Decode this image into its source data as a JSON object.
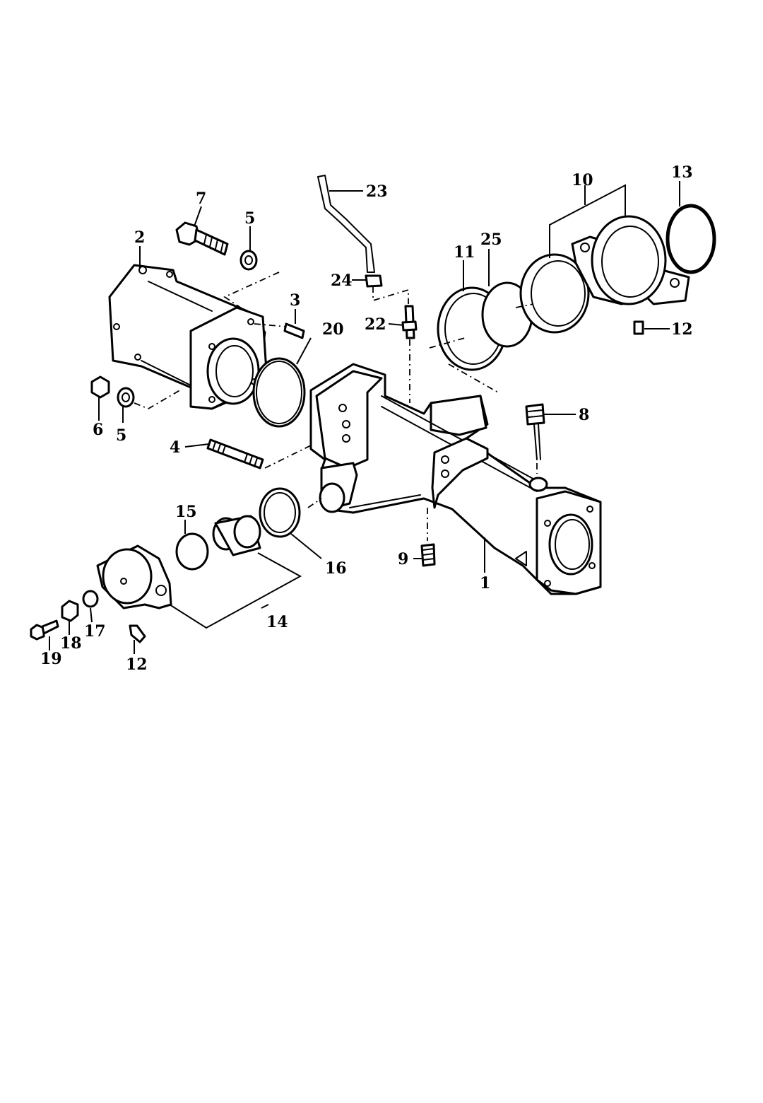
{
  "callouts": [
    {
      "id": "c1",
      "label": "1"
    },
    {
      "id": "c2",
      "label": "2"
    },
    {
      "id": "c3",
      "label": "3"
    },
    {
      "id": "c4",
      "label": "4"
    },
    {
      "id": "c5a",
      "label": "5"
    },
    {
      "id": "c5b",
      "label": "5"
    },
    {
      "id": "c6",
      "label": "6"
    },
    {
      "id": "c7",
      "label": "7"
    },
    {
      "id": "c8",
      "label": "8"
    },
    {
      "id": "c9",
      "label": "9"
    },
    {
      "id": "c10",
      "label": "10"
    },
    {
      "id": "c11",
      "label": "11"
    },
    {
      "id": "c12a",
      "label": "12"
    },
    {
      "id": "c12b",
      "label": "12"
    },
    {
      "id": "c13",
      "label": "13"
    },
    {
      "id": "c14",
      "label": "14"
    },
    {
      "id": "c15",
      "label": "15"
    },
    {
      "id": "c16",
      "label": "16"
    },
    {
      "id": "c17",
      "label": "17"
    },
    {
      "id": "c18",
      "label": "18"
    },
    {
      "id": "c19",
      "label": "19"
    },
    {
      "id": "c20",
      "label": "20"
    },
    {
      "id": "c22",
      "label": "22"
    },
    {
      "id": "c23",
      "label": "23"
    },
    {
      "id": "c24",
      "label": "24"
    },
    {
      "id": "c25",
      "label": "25"
    }
  ],
  "colors": {
    "line": "#000000",
    "background": "#ffffff"
  }
}
